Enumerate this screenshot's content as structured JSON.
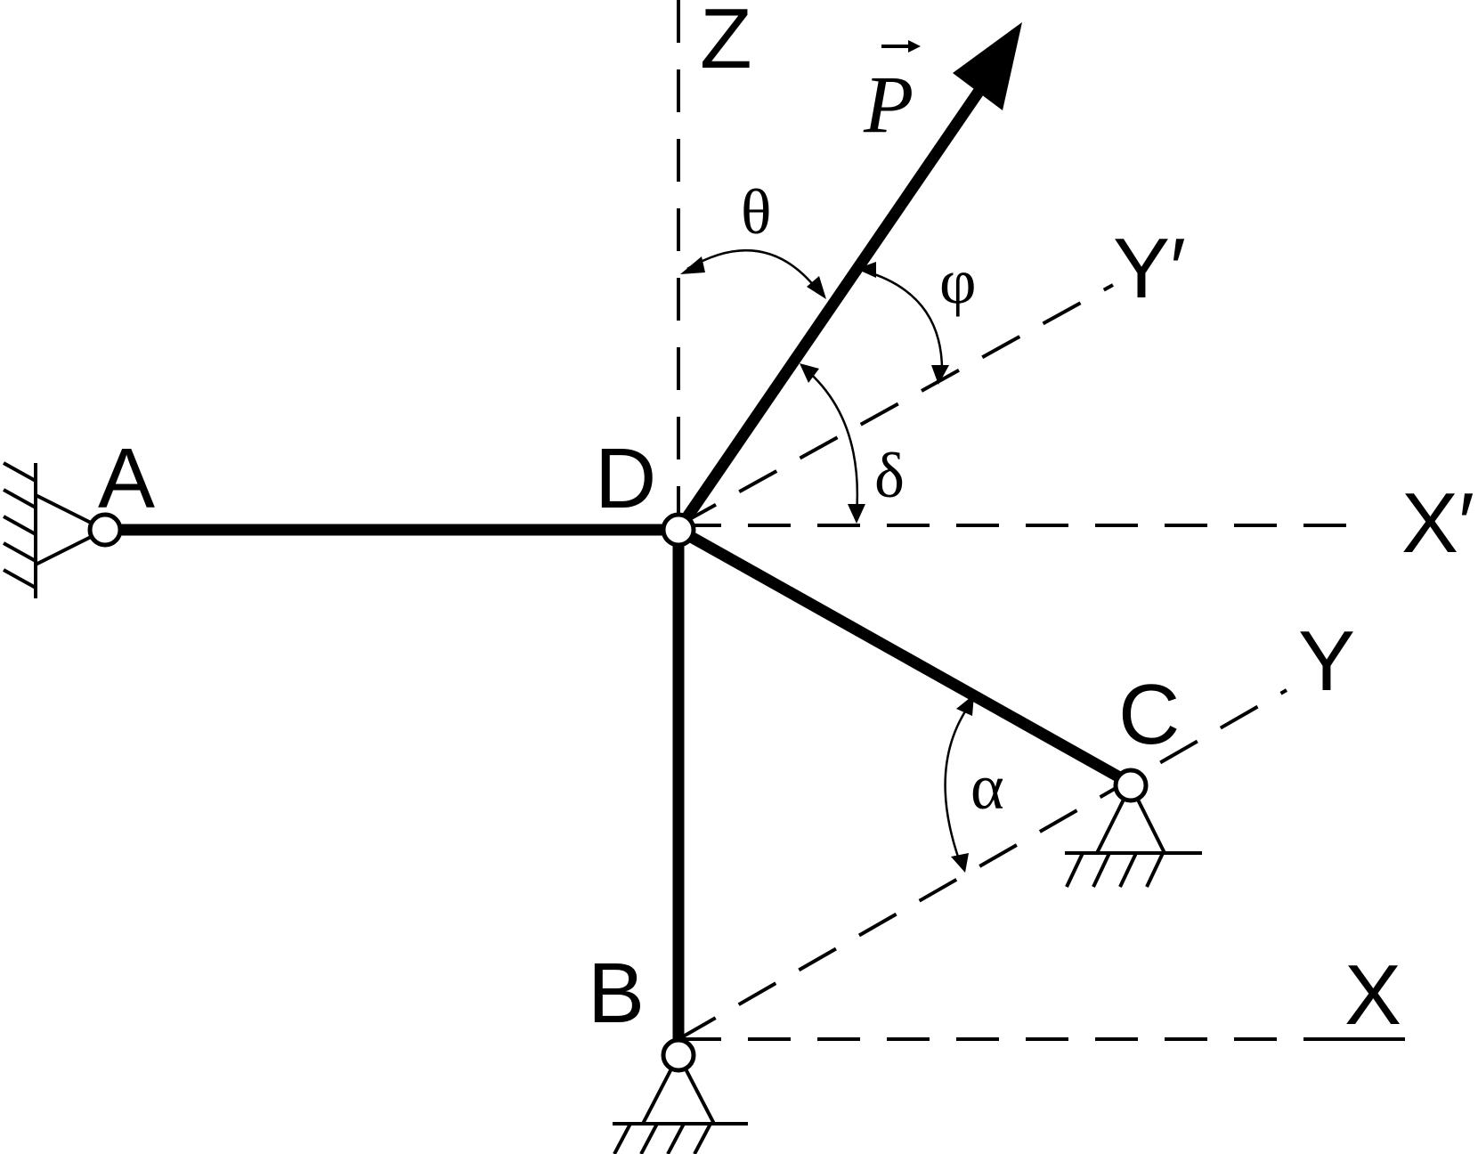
{
  "labels": {
    "point_a": "A",
    "point_b": "B",
    "point_c": "C",
    "point_d": "D",
    "axis_z": "Z",
    "axis_x": "X",
    "axis_y": "Y",
    "axis_x_prime": "X′",
    "axis_y_prime": "Y′",
    "force": "P",
    "angle_theta": "θ",
    "angle_phi": "φ",
    "angle_delta": "δ",
    "angle_alpha": "α"
  }
}
